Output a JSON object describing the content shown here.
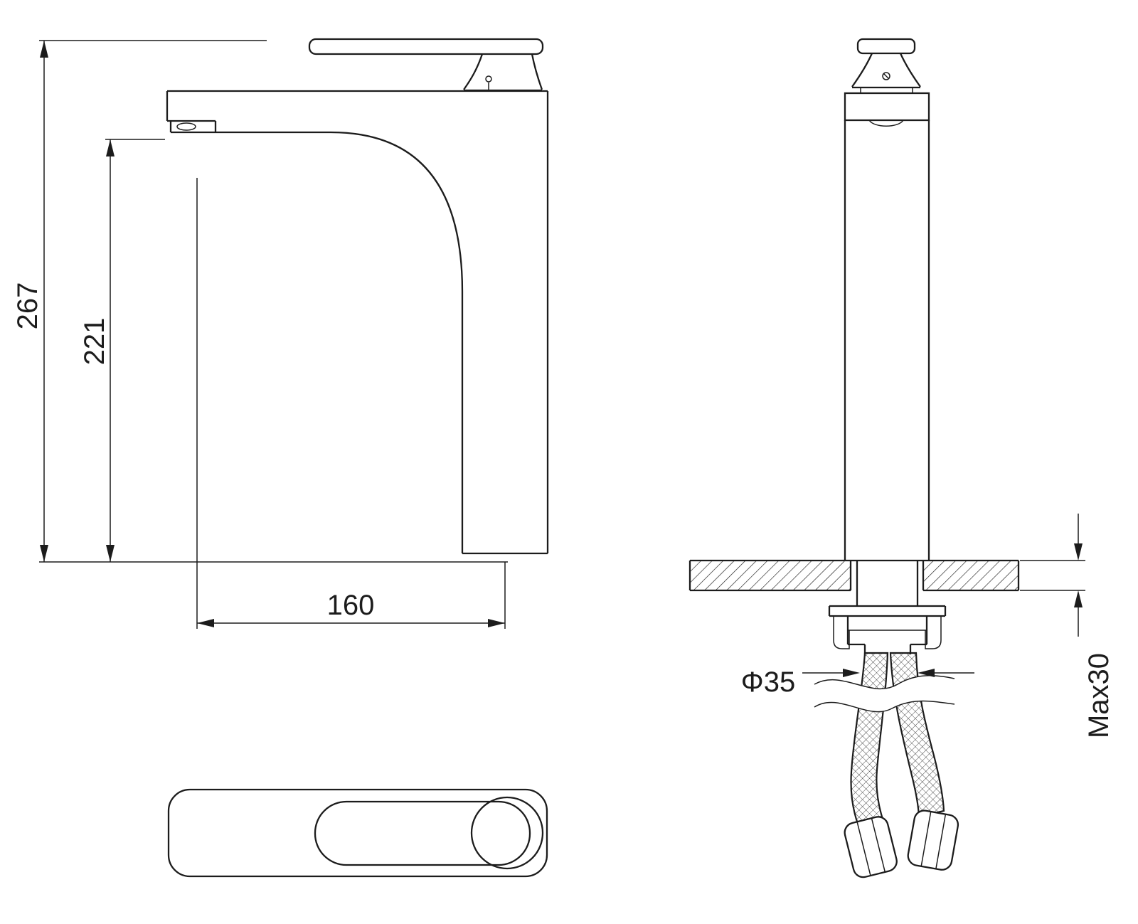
{
  "drawing": {
    "type": "faucet-technical-drawing",
    "line_color": "#1c1c1c",
    "background": "#ffffff"
  },
  "dimensions": {
    "total_height": "267",
    "spout_height": "221",
    "spout_reach": "160",
    "hole_diameter": "Φ35",
    "max_counter_thickness": "Max30"
  }
}
